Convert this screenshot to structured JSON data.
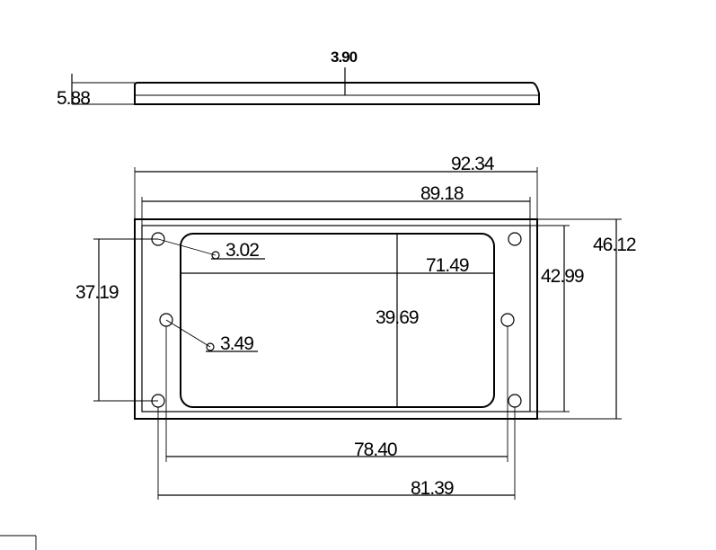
{
  "dimensions": {
    "plate_thickness": "3.90",
    "edge_thickness": "5.88",
    "overall_width": "92.34",
    "inner_width": "89.18",
    "overall_height": "46.12",
    "inner_height": "42.99",
    "mount_hole_spacing_vertical": "37.19",
    "opening_height": "39.69",
    "opening_width": "71.49",
    "small_hole_diameter": "3.02",
    "large_hole_diameter": "3.49",
    "outer_hole_spacing": "81.39",
    "inner_hole_spacing": "78.40"
  }
}
